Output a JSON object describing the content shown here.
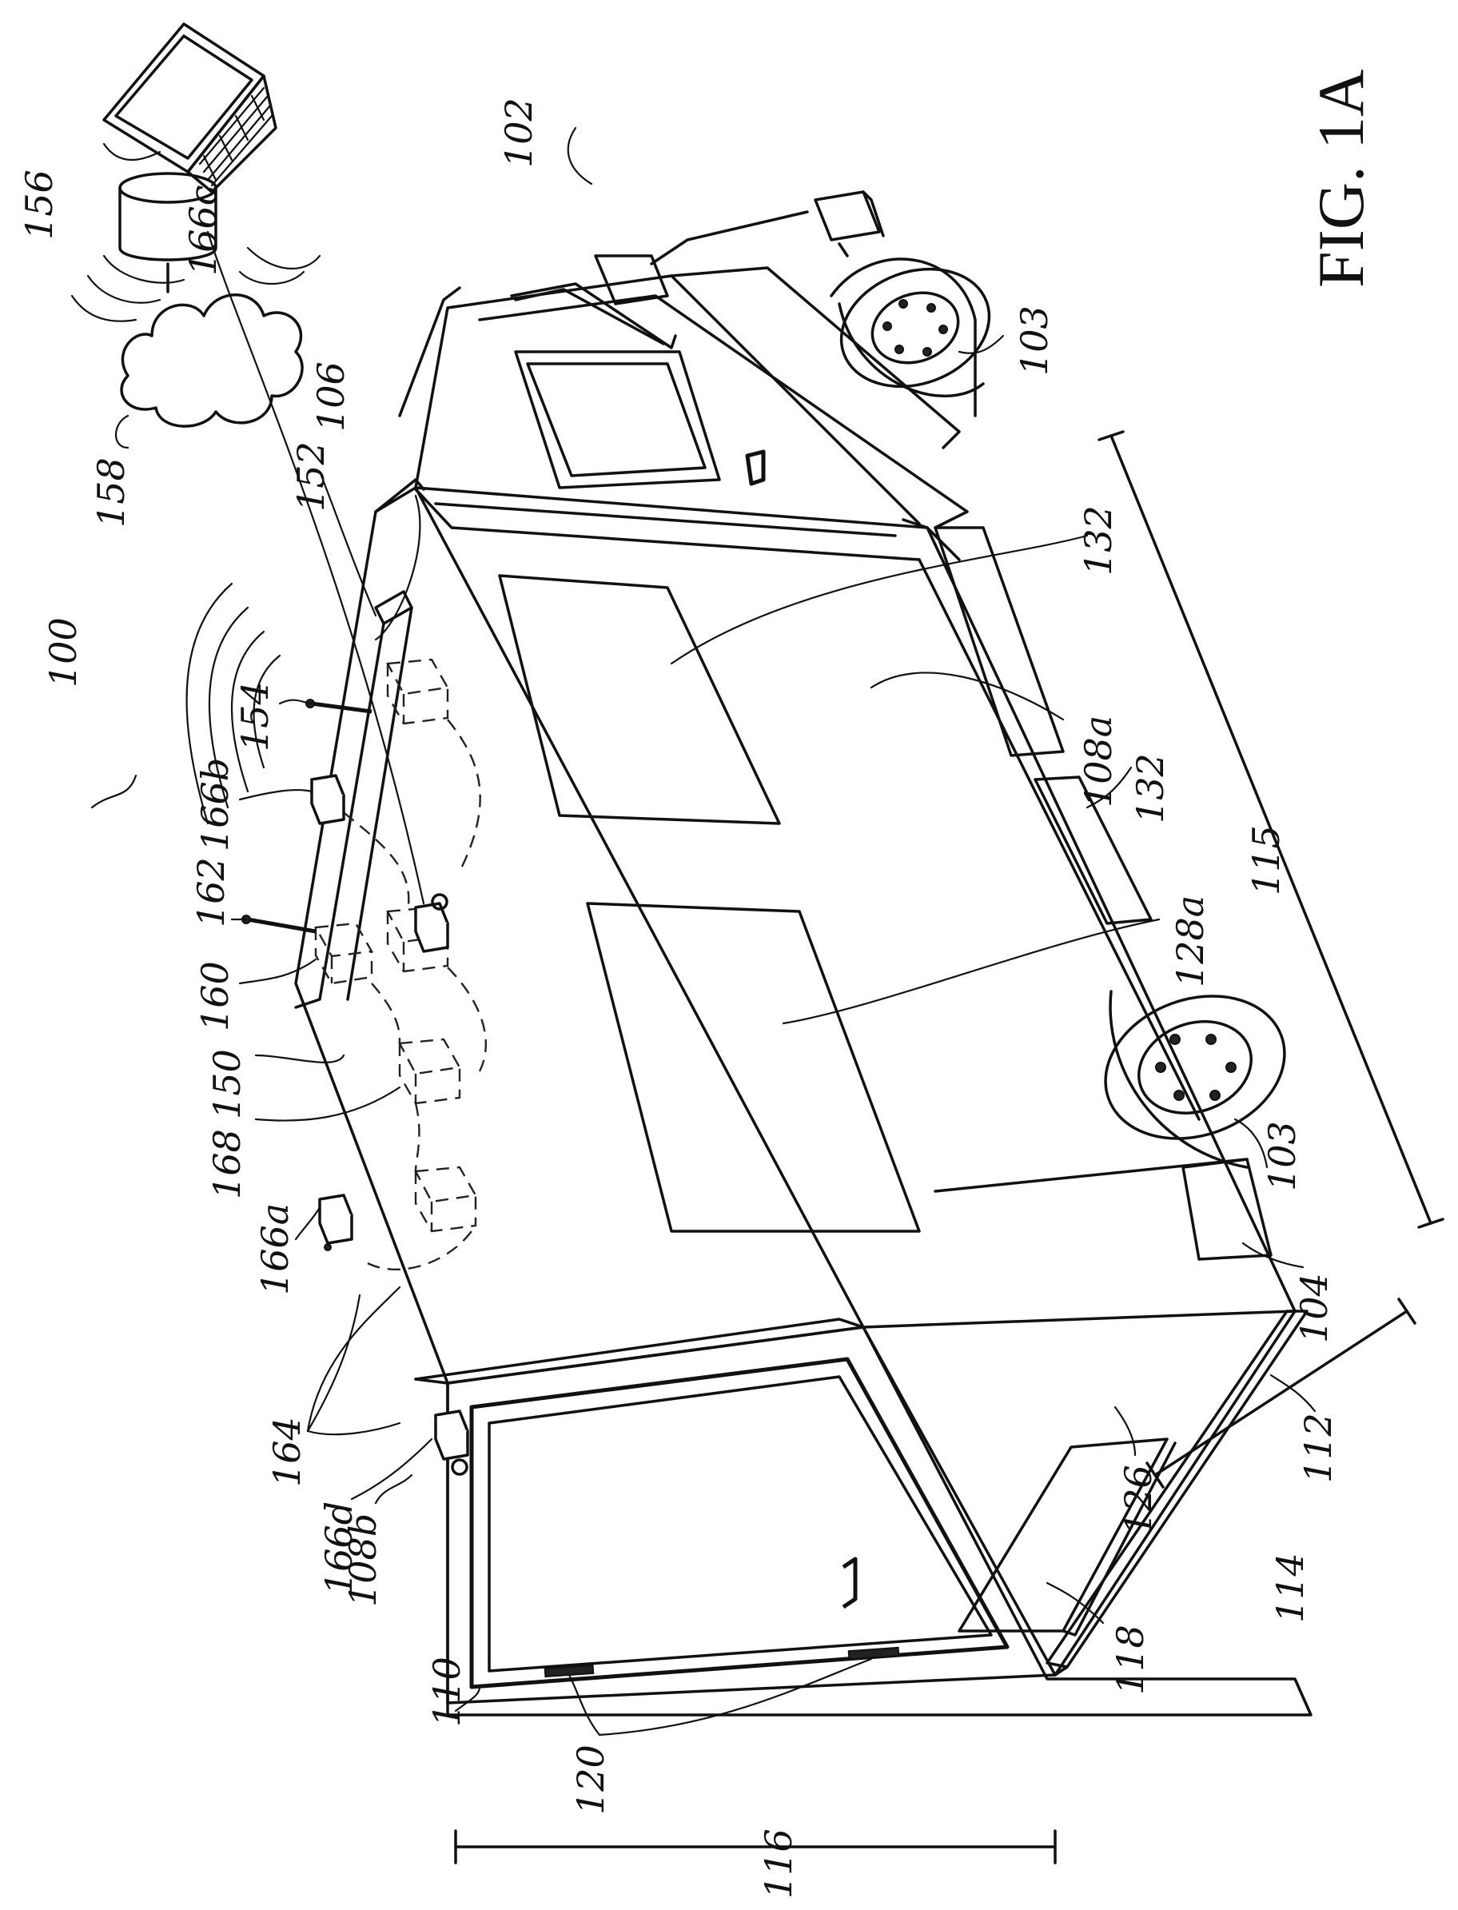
{
  "figure": {
    "title": "FIG. 1A",
    "labels": {
      "r100": "100",
      "r102": "102",
      "r103a": "103",
      "r103b": "103",
      "r104": "104",
      "r106": "106",
      "r108a": "108a",
      "r108b": "108b",
      "r110": "110",
      "r112": "112",
      "r114": "114",
      "r115": "115",
      "r116": "116",
      "r118": "118",
      "r120": "120",
      "r126": "126",
      "r128a": "128a",
      "r132a": "132",
      "r132b": "132",
      "r150": "150",
      "r152": "152",
      "r154": "154",
      "r156": "156",
      "r158": "158",
      "r160": "160",
      "r162": "162",
      "r164": "164",
      "r166a": "166a",
      "r166b": "166b",
      "r166c": "166c",
      "r166d": "166d",
      "r168": "168"
    }
  }
}
